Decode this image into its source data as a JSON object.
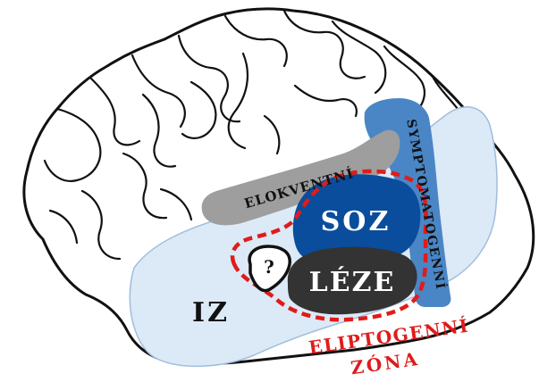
{
  "labels": {
    "elokventni": "ELOKVENTNÍ",
    "symptomatogenni": "SYMPTOMATOGENNÍ",
    "soz": "SOZ",
    "leze": "LÉZE",
    "question": "?",
    "iz": "IZ",
    "eliptogenni_line1": "ELIPTOGENNÍ",
    "eliptogenni_line2": "ZÓNA"
  },
  "colors": {
    "outline": "#111111",
    "iz_fill": "#dce9f6",
    "symptomatogenni_fill": "#4a86c6",
    "elokventni_fill": "#9e9e9e",
    "soz_fill": "#0a4d9c",
    "leze_fill": "#333333",
    "zone_dash": "#e01b1b",
    "eliptogenni_text": "#e01b1b"
  }
}
